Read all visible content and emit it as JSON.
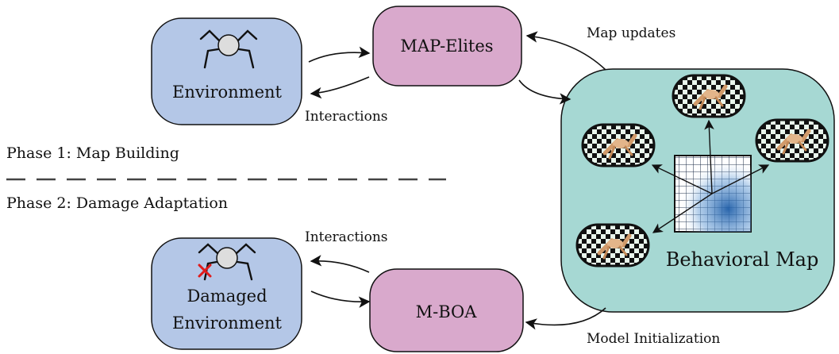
{
  "nodes": {
    "environment": "Environment",
    "map_elites": "MAP-Elites",
    "behavioral_map": "Behavioral Map",
    "damaged_environment_line1": "Damaged",
    "damaged_environment_line2": "Environment",
    "mboa": "M-BOA"
  },
  "edges": {
    "map_updates": "Map updates",
    "interactions_phase1": "Interactions",
    "interactions_phase2": "Interactions",
    "model_initialization": "Model Initialization"
  },
  "phases": {
    "phase1": "Phase 1: Map Building",
    "phase2": "Phase 2: Damage Adaptation"
  },
  "colors": {
    "environment_fill": "#b4c7e7",
    "algorithm_fill": "#d9a9cc",
    "map_fill": "#a6d8d3",
    "damage_mark": "#e01b1b",
    "grid_blue": "#2f6fb5"
  },
  "icons": {
    "robot": "hexapod-robot-icon",
    "damage": "red-x-icon",
    "thumbnail": "checkerboard-robot-thumbnail",
    "grid": "behavior-grid-icon"
  }
}
